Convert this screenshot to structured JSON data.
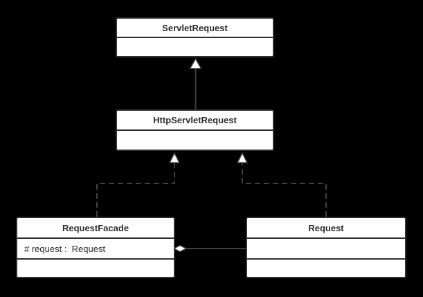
{
  "colors": {
    "background": "#000000",
    "box-fill": "#ffffff",
    "box-border": "#2f2f2f",
    "text": "#2d2d2d",
    "line": "#404040",
    "marker-fill": "#ffffff"
  },
  "diagram": {
    "type": "uml-class-diagram",
    "classes": [
      {
        "name": "ServletRequest",
        "attributes": [],
        "methods": [],
        "compartments": 2
      },
      {
        "name": "HttpServletRequest",
        "attributes": [],
        "methods": [],
        "compartments": 2
      },
      {
        "name": "RequestFacade",
        "attributes": [
          "# request :  Request"
        ],
        "methods": [],
        "compartments": 3
      },
      {
        "name": "Request",
        "attributes": [],
        "methods": [],
        "compartments": 3
      }
    ],
    "relationships": [
      {
        "type": "generalization",
        "from": "HttpServletRequest",
        "to": "ServletRequest",
        "line_style": "solid",
        "arrowhead": "hollow-triangle"
      },
      {
        "type": "realization",
        "from": "RequestFacade",
        "to": "HttpServletRequest",
        "line_style": "dashed",
        "arrowhead": "hollow-triangle"
      },
      {
        "type": "realization",
        "from": "Request",
        "to": "HttpServletRequest",
        "line_style": "dashed",
        "arrowhead": "hollow-triangle"
      },
      {
        "type": "aggregation",
        "from": "RequestFacade",
        "to": "Request",
        "line_style": "solid",
        "arrowhead": "hollow-diamond"
      }
    ]
  }
}
